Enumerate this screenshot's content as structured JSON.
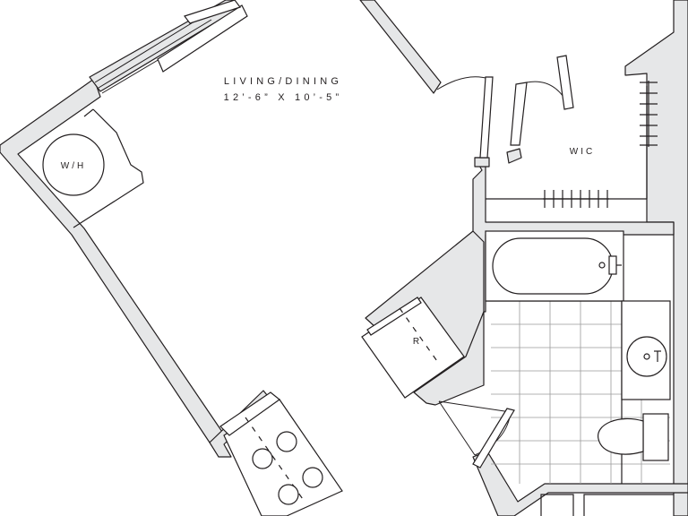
{
  "rooms": {
    "living_dining": {
      "name": "LIVING/DINING",
      "dimensions": "12’-6” X 10’-5”"
    },
    "walk_in_closet": {
      "name": "WIC"
    },
    "water_heater": {
      "name": "W/H"
    },
    "refrigerator": {
      "name": "R"
    }
  },
  "colors": {
    "wall_fill": "#e6e7e8",
    "line": "#231f20",
    "tile": "#9a9a9a",
    "background": "#ffffff"
  }
}
